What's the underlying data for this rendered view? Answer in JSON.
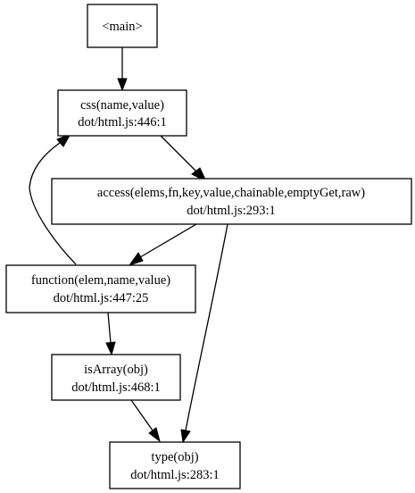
{
  "nodes": [
    {
      "id": "main",
      "lines": [
        "<main>"
      ]
    },
    {
      "id": "css",
      "lines": [
        "css(name,value)",
        "dot/html.js:446:1"
      ]
    },
    {
      "id": "access",
      "lines": [
        "access(elems,fn,key,value,chainable,emptyGet,raw)",
        "dot/html.js:293:1"
      ]
    },
    {
      "id": "function",
      "lines": [
        "function(elem,name,value)",
        "dot/html.js:447:25"
      ]
    },
    {
      "id": "isArray",
      "lines": [
        "isArray(obj)",
        "dot/html.js:468:1"
      ]
    },
    {
      "id": "type",
      "lines": [
        "type(obj)",
        "dot/html.js:283:1"
      ]
    }
  ],
  "edges": [
    {
      "from": "main",
      "to": "css"
    },
    {
      "from": "css",
      "to": "access"
    },
    {
      "from": "access",
      "to": "function"
    },
    {
      "from": "access",
      "to": "type"
    },
    {
      "from": "function",
      "to": "css"
    },
    {
      "from": "function",
      "to": "isArray"
    },
    {
      "from": "isArray",
      "to": "type"
    }
  ]
}
